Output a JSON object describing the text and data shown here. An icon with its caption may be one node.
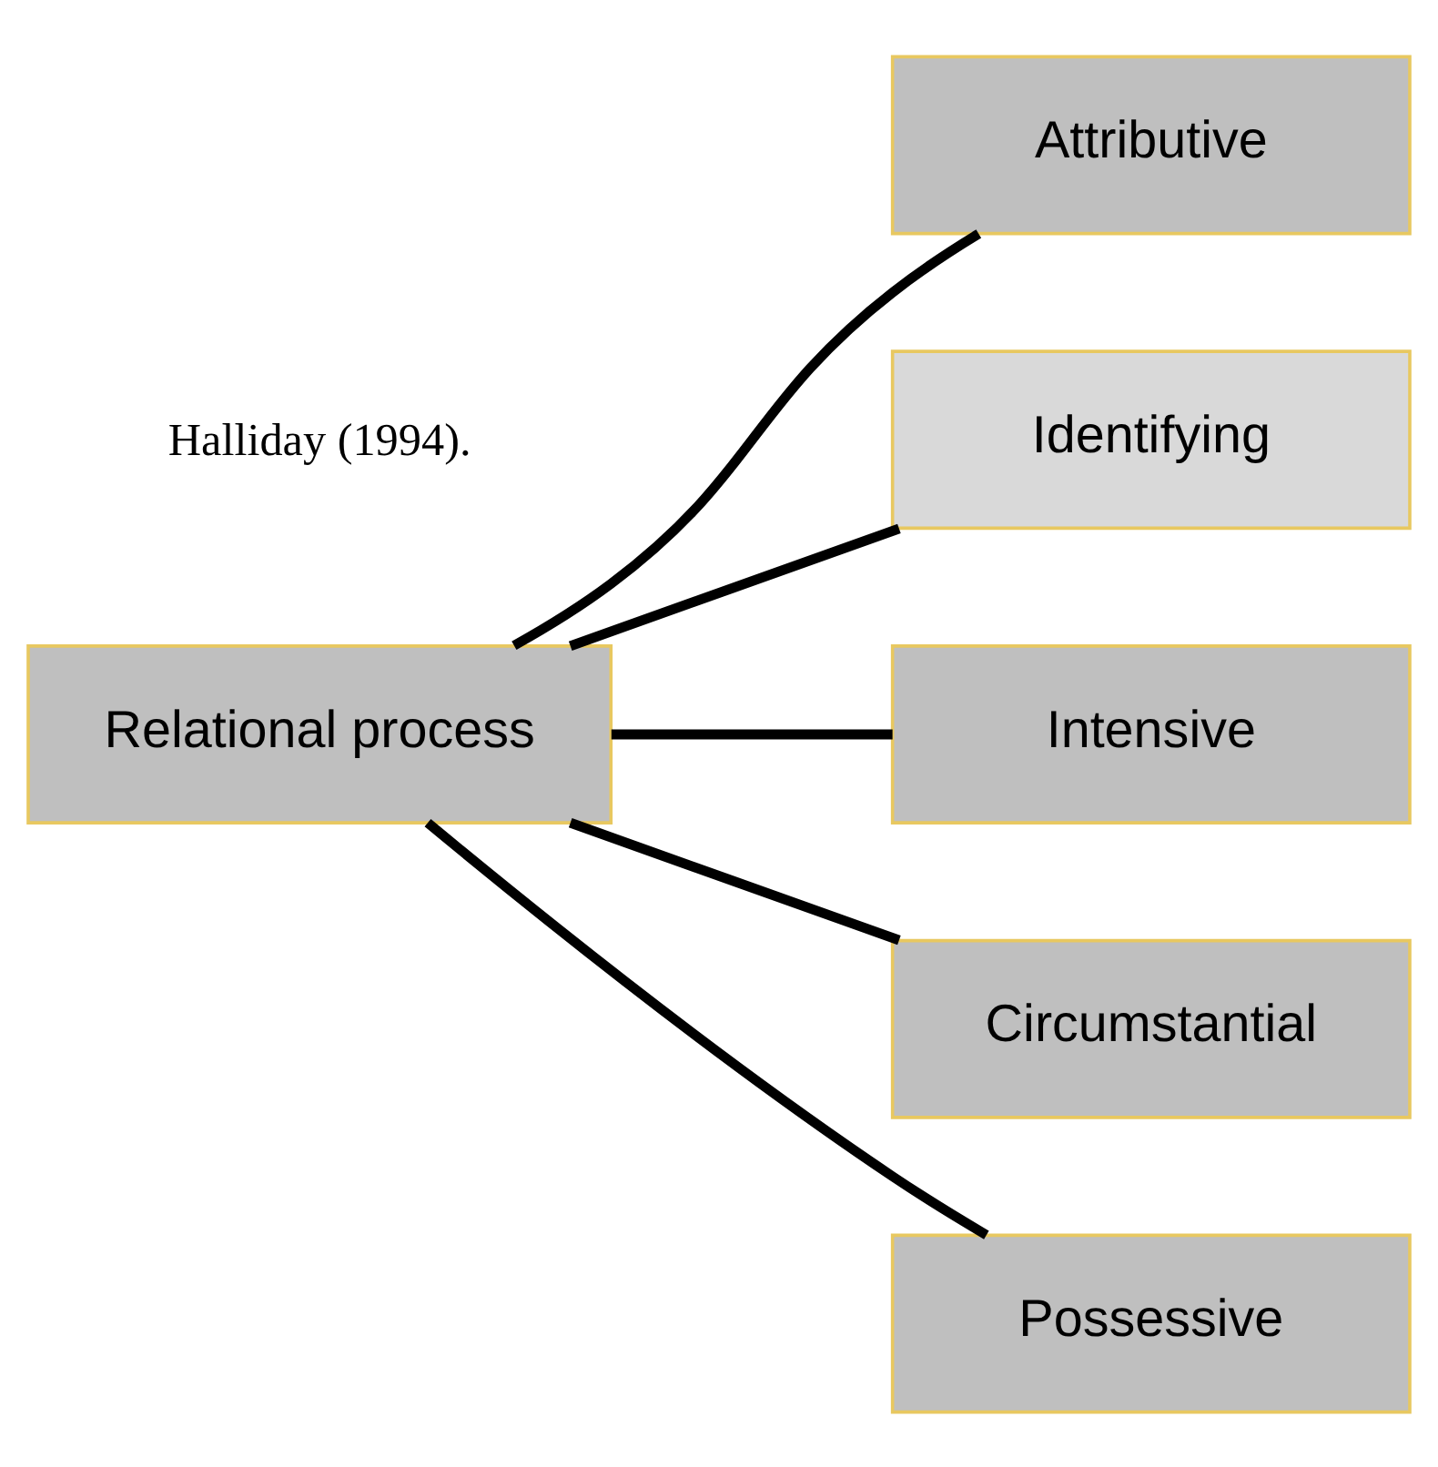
{
  "diagram": {
    "nodes": [
      {
        "text": [
          "Relational process"
        ]
      },
      {
        "text": [
          "Attributive"
        ]
      },
      {
        "text": [
          "Identifying"
        ]
      },
      {
        "text": [
          "Intensive"
        ]
      },
      {
        "text": [
          "Circumstantial"
        ]
      },
      {
        "text": [
          "Possessive"
        ]
      }
    ],
    "edges": [
      {
        "from": 0,
        "to": 1,
        "arrow": "none"
      },
      {
        "from": 0,
        "to": 2,
        "arrow": "none"
      },
      {
        "from": 0,
        "to": 3,
        "arrow": "none"
      },
      {
        "from": 0,
        "to": 4,
        "arrow": "none"
      },
      {
        "from": 0,
        "to": 5,
        "arrow": "none"
      }
    ],
    "labels": [
      "Halliday (1994)."
    ]
  }
}
